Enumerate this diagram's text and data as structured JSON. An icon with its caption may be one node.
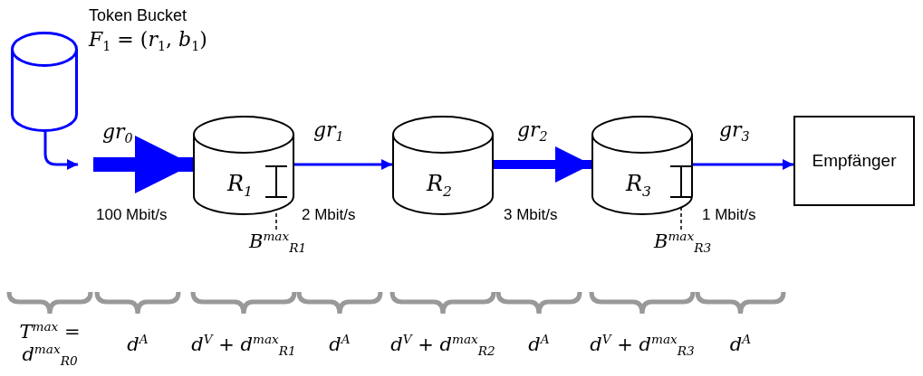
{
  "diagram": {
    "nodes": [
      {
        "text": [
          "Token Bucket",
          "*F*$_{1}$ = (*r*$_{1}$, *b*$_{1}$)"
        ]
      },
      {
        "text": [
          "R$_{1}$"
        ]
      },
      {
        "text": [],
        "shape": "bar",
        "in": 1
      },
      {
        "text": [
          "B$^{max}$$_{R1}$"
        ]
      },
      {
        "text": [
          "R$_{2}$"
        ]
      },
      {
        "text": [
          "R$_{3}$"
        ]
      },
      {
        "text": [],
        "shape": "bar",
        "in": 5
      },
      {
        "text": [
          "B$^{max}$$_{R3}$"
        ]
      },
      {
        "text": [
          "Empfänger"
        ]
      }
    ],
    "edges": [
      {
        "from": 0,
        "to": null,
        "arrow": "to"
      },
      {
        "from": null,
        "to": 1,
        "arrow": "to",
        "label": "gr$_{0}$",
        "style": "thick"
      },
      {
        "from": 1,
        "to": 4,
        "arrow": "to",
        "label": "gr$_{1}$"
      },
      {
        "from": 4,
        "to": 5,
        "arrow": "to",
        "label": "gr$_{2}$",
        "style": "thick"
      },
      {
        "from": 5,
        "to": 8,
        "arrow": "to",
        "label": "gr$_{3}$"
      },
      {
        "from": 3,
        "to": 2,
        "arrow": "none",
        "style": "dashed",
        "color": "#000000"
      },
      {
        "from": 7,
        "to": 6,
        "arrow": "none",
        "style": "dashed",
        "color": "#000000"
      }
    ],
    "labels": [
      "100 Mbit/s",
      "2 Mbit/s",
      "3 Mbit/s",
      "1 Mbit/s",
      "T$^{max}$ = d$^{max}$$_{R0}$",
      "d$^{A}$",
      "d$^{V}$ + d$^{max}$$_{R1}$",
      "d$^{A}$",
      "d$^{V}$ + d$^{max}$$_{R2}$",
      "d$^{A}$",
      "d$^{V}$ + d$^{max}$$_{R3}$",
      "d$^{A}$"
    ]
  }
}
